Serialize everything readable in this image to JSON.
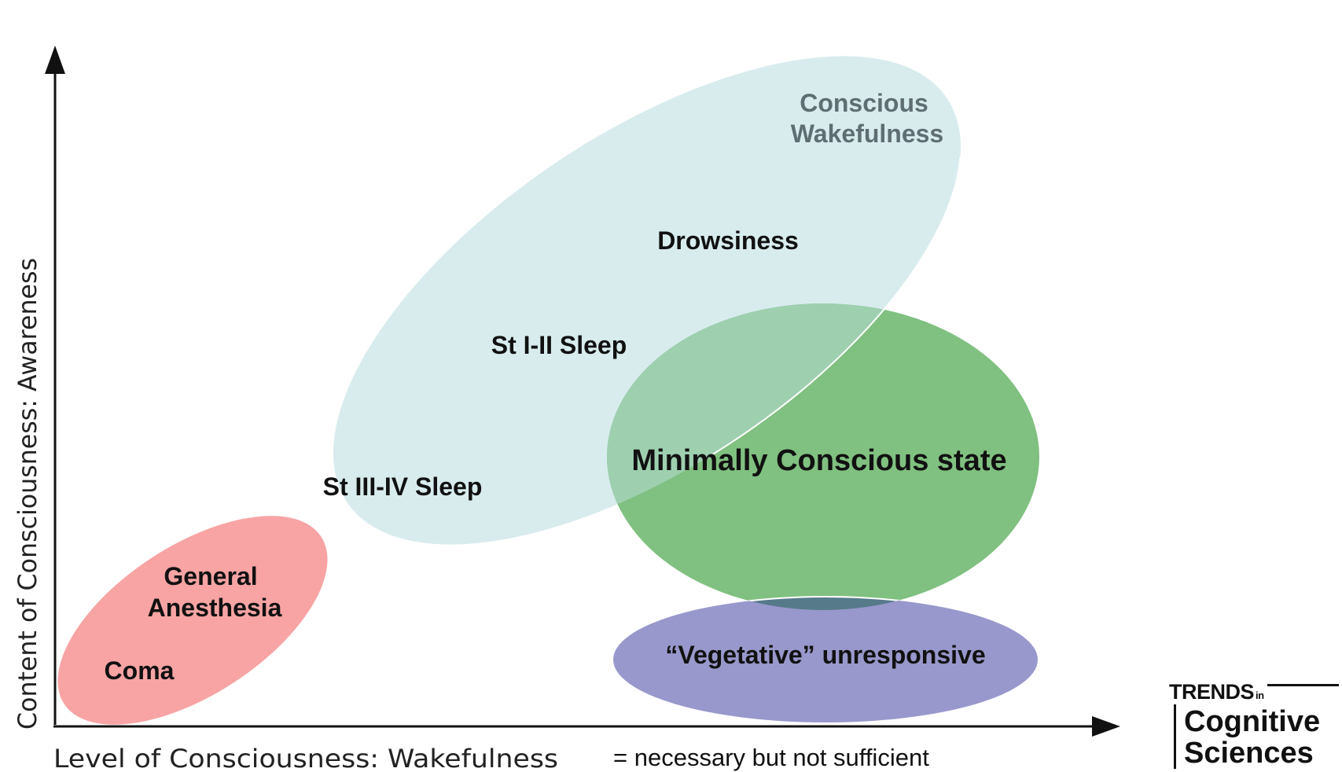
{
  "axes": {
    "x_label": "Level of Consciousness: Wakefulness",
    "y_label": "Content of Consciousness: Awareness"
  },
  "legend": {
    "text": "= necessary but not sufficient"
  },
  "regions": {
    "conscious_wakefulness_line1": "Conscious",
    "conscious_wakefulness_line2": "Wakefulness",
    "drowsiness": "Drowsiness",
    "st_1_2_sleep": "St I-II Sleep",
    "st_3_4_sleep": "St III-IV Sleep",
    "general_anesthesia_line1": "General",
    "general_anesthesia_line2": "Anesthesia",
    "coma": "Coma",
    "minimally_conscious": "Minimally Conscious state",
    "vegetative": "“Vegetative” unresponsive"
  },
  "logo": {
    "trends": "TRENDS",
    "in": "in",
    "line1": "Cognitive",
    "line2": "Sciences"
  },
  "colors": {
    "wakefulness_fill": "#d8ecee",
    "coma_fill": "#f8a4a4",
    "overlap_fill": "#dcc4c6",
    "mcs_fill": "#80c080",
    "mcs_overlap_fill": "#9ed0b0",
    "vegetative_fill": "#9898cc",
    "veg_overlap_fill": "#567a8a",
    "conscious_label": "#5e6e72"
  }
}
